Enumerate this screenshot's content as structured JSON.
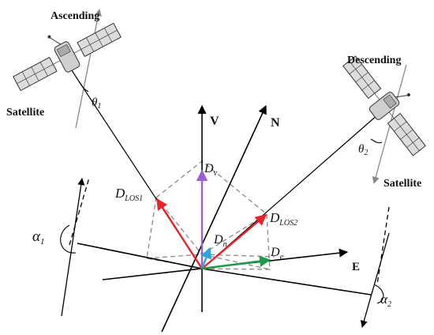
{
  "satellites": {
    "ascending": {
      "orbit_label": "Ascending",
      "name_label": "Satellite",
      "incidence_symbol": "θ",
      "incidence_sub": "1"
    },
    "descending": {
      "orbit_label": "Descending",
      "name_label": "Satellite",
      "incidence_symbol": "θ",
      "incidence_sub": "2"
    }
  },
  "axes": {
    "vertical": "V",
    "north": "N",
    "east": "E"
  },
  "vectors": {
    "los1": {
      "main": "D",
      "sub": "LOS1"
    },
    "los2": {
      "main": "D",
      "sub": "LOS2"
    },
    "vertical": {
      "main": "D",
      "sub": "v"
    },
    "north": {
      "main": "D",
      "sub": "n"
    },
    "east": {
      "main": "D",
      "sub": "e"
    }
  },
  "headings": {
    "left": {
      "symbol": "α",
      "sub": "1"
    },
    "right": {
      "symbol": "α",
      "sub": "2"
    }
  },
  "colors": {
    "los": "#e8232a",
    "vertical_component": "#9a5fd0",
    "north_component": "#2aa7d8",
    "east_component": "#1f9a4a",
    "axes": "#000000",
    "dashed": "#8a8a8a"
  }
}
